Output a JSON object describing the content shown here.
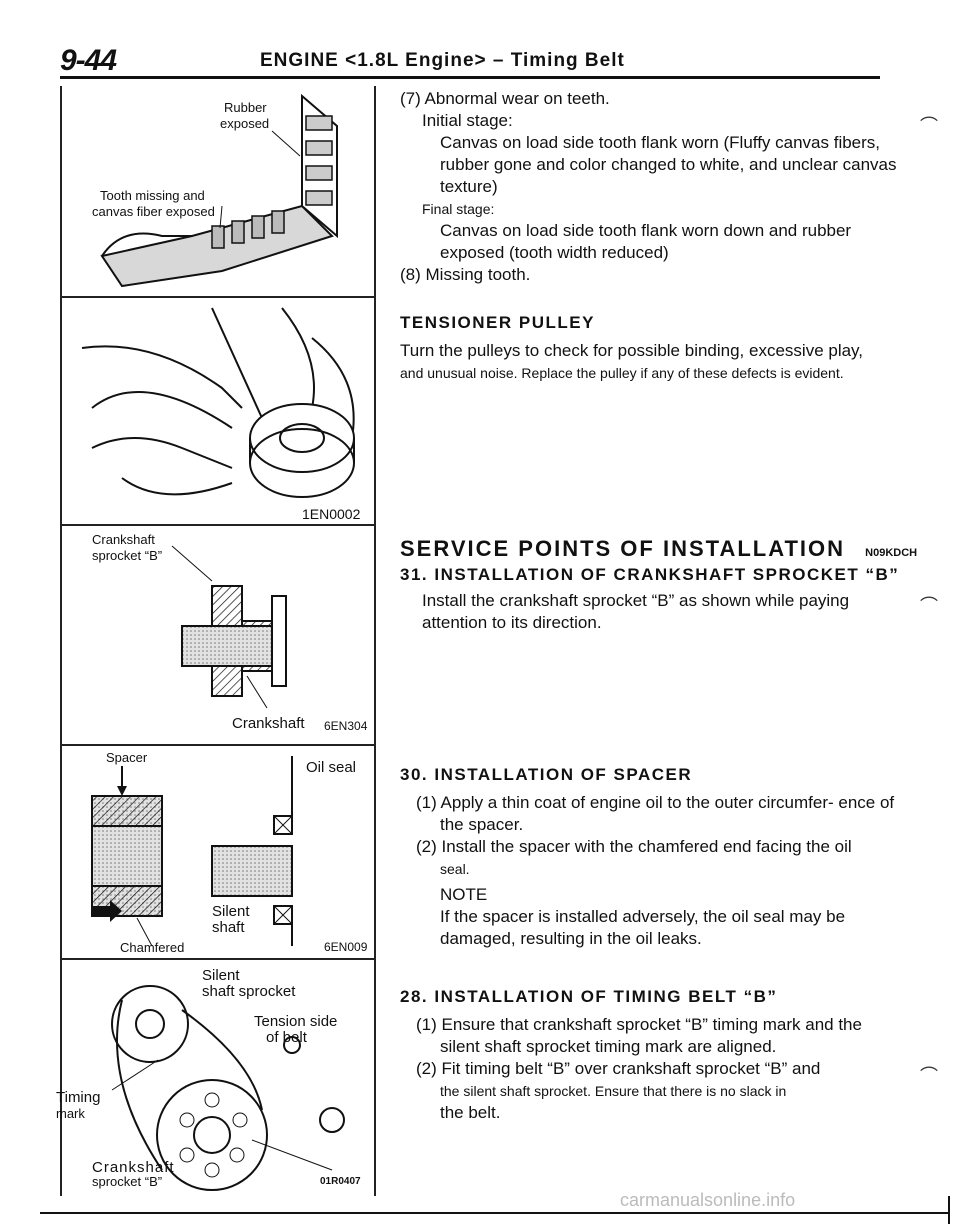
{
  "header": {
    "page_number": "9-44",
    "title": "ENGINE <1.8L Engine> – Timing Belt"
  },
  "figures": {
    "fig1": {
      "label_rubber": "Rubber",
      "label_exposed": "exposed",
      "label_tooth1": "Tooth missing and",
      "label_tooth2": "canvas fiber exposed"
    },
    "fig2": {
      "code": "1EN0002"
    },
    "fig3": {
      "label_crank1": "Crankshaft",
      "label_crank2": "sprocket “B”",
      "label_crankshaft": "Crankshaft",
      "code": "6EN304"
    },
    "fig4": {
      "label_spacer": "Spacer",
      "label_oilseal": "Oil seal",
      "label_silent1": "Silent",
      "label_silent2": "shaft",
      "label_chamfered": "Chamfered",
      "code": "6EN009"
    },
    "fig5": {
      "label_silent1": "Silent",
      "label_silent2": "shaft sprocket",
      "label_tension1": "Tension side",
      "label_tension2": "of belt",
      "label_timing1": "Timing",
      "label_timing2": "mark",
      "label_crank1": "Crankshaft",
      "label_crank2": "sprocket “B”",
      "code": "01R0407"
    }
  },
  "content": {
    "item7": "(7) Abnormal wear on teeth.",
    "initial_stage": "Initial stage:",
    "initial_text": "Canvas on load side tooth flank worn (Fluffy canvas fibers, rubber gone and color changed to white, and unclear canvas texture)",
    "final_stage": "Final stage:",
    "final_text": "Canvas on load side tooth flank worn down and rubber exposed (tooth width reduced)",
    "item8": "(8) Missing tooth.",
    "tensioner_head": "TENSIONER PULLEY",
    "tensioner_text1": "Turn the pulleys to check for possible binding, excessive play,",
    "tensioner_text2": "and unusual noise. Replace the pulley if any of these defects is evident.",
    "service_head": "SERVICE POINTS OF INSTALLATION",
    "service_tag": "N09KDCH",
    "s31_head": "31. INSTALLATION OF CRANKSHAFT SPROCKET “B”",
    "s31_text": "Install the crankshaft sprocket “B” as shown while paying attention to its direction.",
    "s30_head": "30. INSTALLATION OF SPACER",
    "s30_1": "(1) Apply a thin coat of engine oil to the outer circumfer- ence of the spacer.",
    "s30_2a": "(2) Install the spacer with the chamfered end facing the oil",
    "s30_2b": "seal.",
    "note_label": "NOTE",
    "note_text": "If the spacer is installed adversely, the oil seal may be damaged, resulting in the oil leaks.",
    "s28_head": "28. INSTALLATION OF TIMING BELT “B”",
    "s28_1": "(1) Ensure that crankshaft sprocket “B” timing mark and the silent shaft sprocket timing mark are aligned.",
    "s28_2a": "(2) Fit timing belt “B” over crankshaft sprocket “B” and",
    "s28_2b": "the silent shaft sprocket. Ensure that there is no slack in",
    "s28_2c": "the belt."
  },
  "footer": {
    "watermark": "carmanualsonline.info"
  }
}
